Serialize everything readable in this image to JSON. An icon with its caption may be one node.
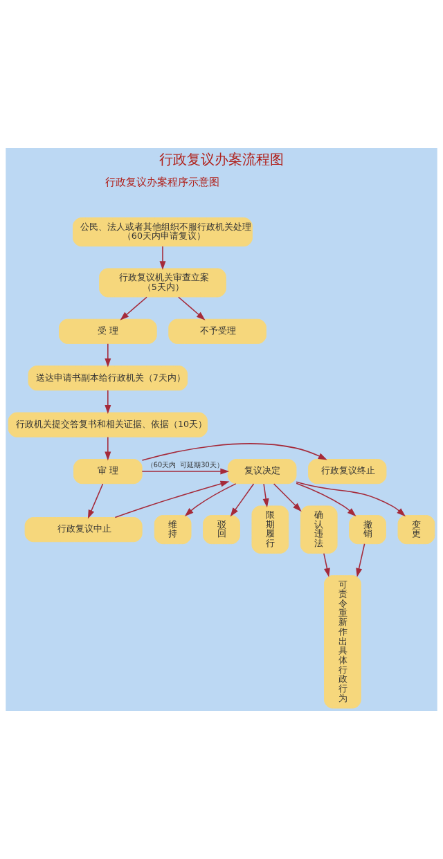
{
  "diagram": {
    "title": "行政复议办案流程图",
    "nodes": [
      {
        "text": [
          "公民、法人或者其他组织不服行政机关处理",
          "（60天内申请复议）"
        ]
      },
      {
        "text": [
          "行政复议机关审查立案",
          "（5天内）"
        ]
      },
      {
        "text": [
          "受 理"
        ]
      },
      {
        "text": [
          "不予受理"
        ]
      },
      {
        "text": [
          "送达申请书副本给行政机关（7天内）"
        ]
      },
      {
        "text": [
          "行政机关提交答复书和相关证据、依据（10天）"
        ]
      },
      {
        "text": [
          "行政复议终止"
        ]
      },
      {
        "text": [
          "审 理"
        ]
      },
      {
        "text": [
          "复议决定"
        ]
      },
      {
        "text": [
          "行政复议中止"
        ]
      },
      {
        "text": [
          "维持"
        ]
      },
      {
        "text": [
          "驳回"
        ]
      },
      {
        "text": [
          "限期履行"
        ]
      },
      {
        "text": [
          "确认违法"
        ]
      },
      {
        "text": [
          "撤销"
        ]
      },
      {
        "text": [
          "变更"
        ]
      },
      {
        "text": [
          "可责令重新作出具体行政行为"
        ]
      }
    ],
    "edges": [
      {
        "from": 0,
        "to": 1,
        "arrow": "to"
      },
      {
        "from": 1,
        "to": 2,
        "arrow": "to"
      },
      {
        "from": 1,
        "to": 3,
        "arrow": "to"
      },
      {
        "from": 2,
        "to": 4,
        "arrow": "to"
      },
      {
        "from": 4,
        "to": 5,
        "arrow": "to"
      },
      {
        "from": 5,
        "to": 7,
        "arrow": "to"
      },
      {
        "from": 7,
        "to": 6,
        "arrow": "to"
      },
      {
        "from": 7,
        "to": 8,
        "arrow": "to",
        "label": "（60天内  可延期30天）"
      },
      {
        "from": 7,
        "to": 9,
        "arrow": "to"
      },
      {
        "from": 9,
        "to": 8,
        "arrow": "to"
      },
      {
        "from": 8,
        "to": 10,
        "arrow": "to"
      },
      {
        "from": 8,
        "to": 11,
        "arrow": "to"
      },
      {
        "from": 8,
        "to": 12,
        "arrow": "to"
      },
      {
        "from": 8,
        "to": 13,
        "arrow": "to"
      },
      {
        "from": 8,
        "to": 14,
        "arrow": "to"
      },
      {
        "from": 8,
        "to": 15,
        "arrow": "to"
      },
      {
        "from": 13,
        "to": 16,
        "arrow": "to"
      },
      {
        "from": 14,
        "to": 16,
        "arrow": "to"
      }
    ],
    "labels": [
      "行政复议办案程序示意图"
    ]
  }
}
